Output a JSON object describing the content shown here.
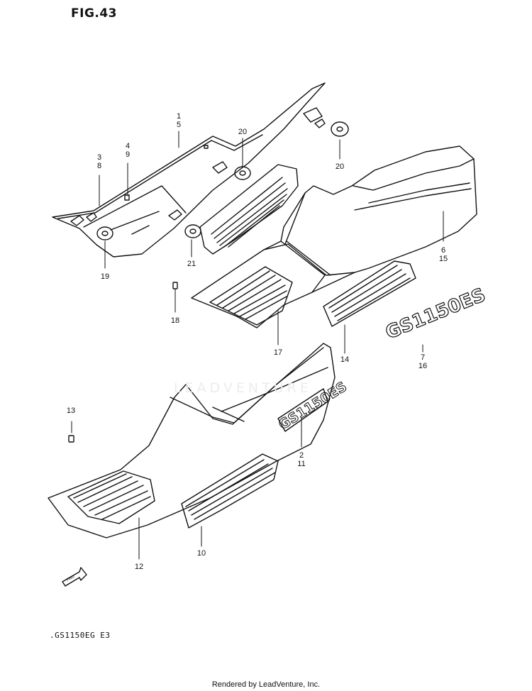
{
  "figure": {
    "title": "FIG.43",
    "model_code": ".GS1150EG  E3",
    "footer": "Rendered by LeadVenture, Inc.",
    "watermark": "LEADVENTURE",
    "fwd_label": "FWD",
    "decal_text": "GS1150ES"
  },
  "callouts": {
    "c1": "1\n5",
    "c3": "3\n8",
    "c4": "4\n9",
    "c20a": "20",
    "c20b": "20",
    "c19": "19",
    "c21": "21",
    "c6": "6\n15",
    "c18": "18",
    "c17": "17",
    "c14": "14",
    "c7": "7\n16",
    "c13": "13",
    "c2": "2\n11",
    "c12": "12",
    "c10": "10"
  },
  "colors": {
    "line": "#111111",
    "paper": "#ffffff",
    "watermark": "#ececec"
  }
}
